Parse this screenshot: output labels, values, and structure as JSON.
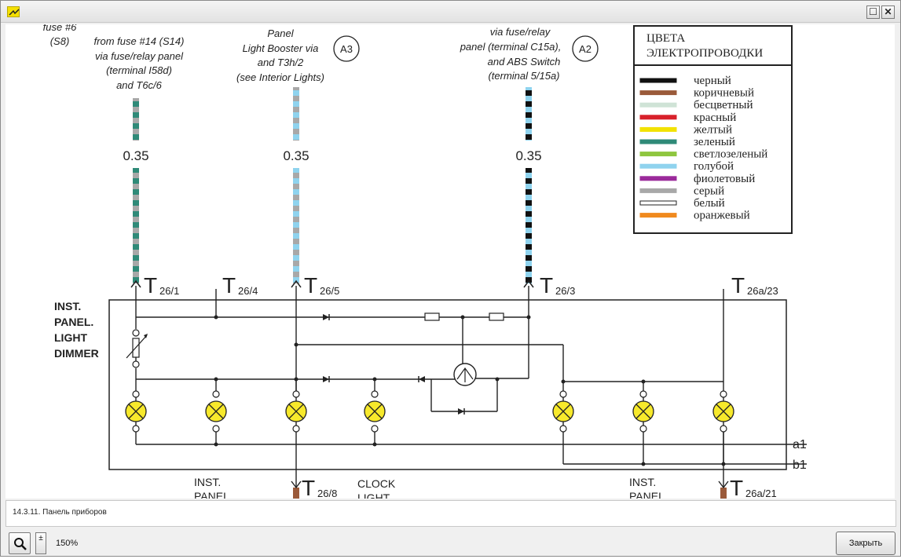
{
  "window": {
    "max_symbol": "☐",
    "close_symbol": "✕"
  },
  "diagram": {
    "top_labels": {
      "s8_a": "fuse #6",
      "s8_b": "(S8)",
      "s14_1": "from fuse #14 (S14)",
      "s14_2": "via fuse/relay panel",
      "s14_3": "(terminal I58d)",
      "s14_4": "and T6c/6",
      "panel_1": "Panel",
      "panel_2": "Light Booster via",
      "panel_3": "and T3h/2",
      "panel_4": "(see Interior Lights)",
      "relay_1": "via fuse/relay",
      "relay_2": "panel (terminal C15a),",
      "relay_3": "and ABS Switch",
      "relay_4": "(terminal 5/15a)",
      "callout_a3": "A3",
      "callout_a2": "A2"
    },
    "wire_gauges": [
      "0.35",
      "0.35",
      "0.35"
    ],
    "terminals": {
      "t1": "26/1",
      "t2": "26/4",
      "t3": "26/5",
      "t4": "26/3",
      "t5": "26a/23",
      "t6": "26/8",
      "t7": "26a/21"
    },
    "dimmer_label": [
      "INST.",
      "PANEL.",
      "LIGHT",
      "DIMMER"
    ],
    "bottom_labels": {
      "inst_panel_1a": "INST.",
      "inst_panel_1b": "PANEL",
      "clock_a": "CLOCK",
      "clock_b": "LIGHT",
      "inst_panel_2a": "INST.",
      "inst_panel_2b": "PANEL"
    },
    "bus_labels": {
      "a1": "a1",
      "b1": "b1"
    }
  },
  "legend": {
    "title_1": "ЦВЕТА",
    "title_2": "ЭЛЕКТРОПРОВОДКИ",
    "entries": [
      {
        "name": "черный",
        "color": "#111111"
      },
      {
        "name": "коричневый",
        "color": "#9a5a3a"
      },
      {
        "name": "бесцветный",
        "color": "#cfe3d6"
      },
      {
        "name": "красный",
        "color": "#d8202a"
      },
      {
        "name": "желтый",
        "color": "#f2e200"
      },
      {
        "name": "зеленый",
        "color": "#2f8a78"
      },
      {
        "name": "светлозеленый",
        "color": "#8ec63f"
      },
      {
        "name": "голубой",
        "color": "#8fd3ee"
      },
      {
        "name": "фиолетовый",
        "color": "#9b2a9b"
      },
      {
        "name": "серый",
        "color": "#a8a8a8"
      },
      {
        "name": "белый",
        "color": "#ffffff"
      },
      {
        "name": "оранжевый",
        "color": "#f08a1e"
      }
    ]
  },
  "caption": "14.3.11. Панель приборов",
  "toolbar": {
    "zoom_level": "150%",
    "stepper_symbol": "±",
    "close_label": "Закрыть"
  },
  "colors": {
    "lamp": "#f7e92b",
    "wire_green": "#2f8a78",
    "wire_gray": "#a8a8a8",
    "wire_blue": "#8fd3ee",
    "wire_black": "#111111",
    "wire_brown": "#9a5a3a"
  }
}
